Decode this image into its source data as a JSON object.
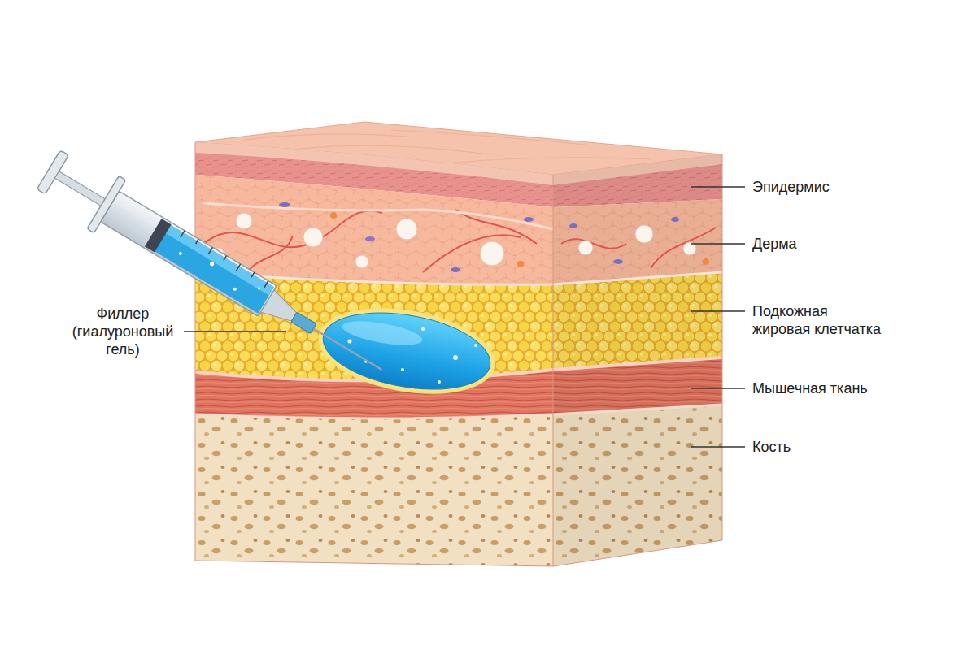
{
  "diagram": {
    "labels": [
      "Филлер (гиалуроновый гель)",
      "Эпидермис",
      "Дерма",
      "Подкожная жировая клетчатка",
      "Мышечная ткань",
      "Кость"
    ]
  }
}
